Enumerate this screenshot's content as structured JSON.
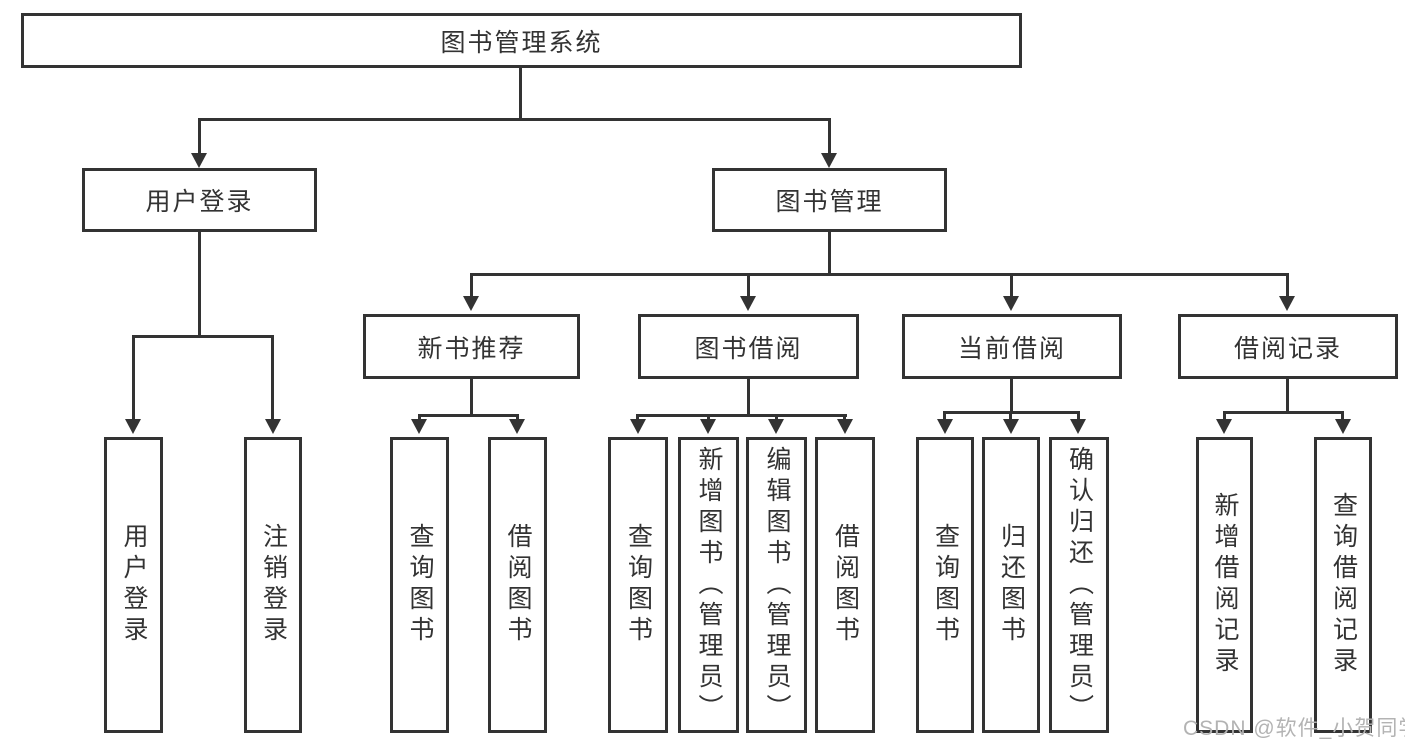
{
  "tree": {
    "label": "图书管理系统",
    "children": [
      {
        "label": "用户登录",
        "children": [
          {
            "label": "用户登录"
          },
          {
            "label": "注销登录"
          }
        ]
      },
      {
        "label": "图书管理",
        "children": [
          {
            "label": "新书推荐",
            "children": [
              {
                "label": "查询图书"
              },
              {
                "label": "借阅图书"
              }
            ]
          },
          {
            "label": "图书借阅",
            "children": [
              {
                "label": "查询图书"
              },
              {
                "label": "新增图书（管理员）"
              },
              {
                "label": "编辑图书（管理员）"
              },
              {
                "label": "借阅图书"
              }
            ]
          },
          {
            "label": "当前借阅",
            "children": [
              {
                "label": "查询图书"
              },
              {
                "label": "归还图书"
              },
              {
                "label": "确认归还（管理员）"
              }
            ]
          },
          {
            "label": "借阅记录",
            "children": [
              {
                "label": "新增借阅记录"
              },
              {
                "label": "查询借阅记录"
              }
            ]
          }
        ]
      }
    ]
  },
  "watermark": {
    "text": "CSDN @软件_小贺同学"
  },
  "colors": {
    "line": "#333333",
    "background": "#ffffff",
    "text": "#333333",
    "watermark": "#b3b3b3"
  }
}
